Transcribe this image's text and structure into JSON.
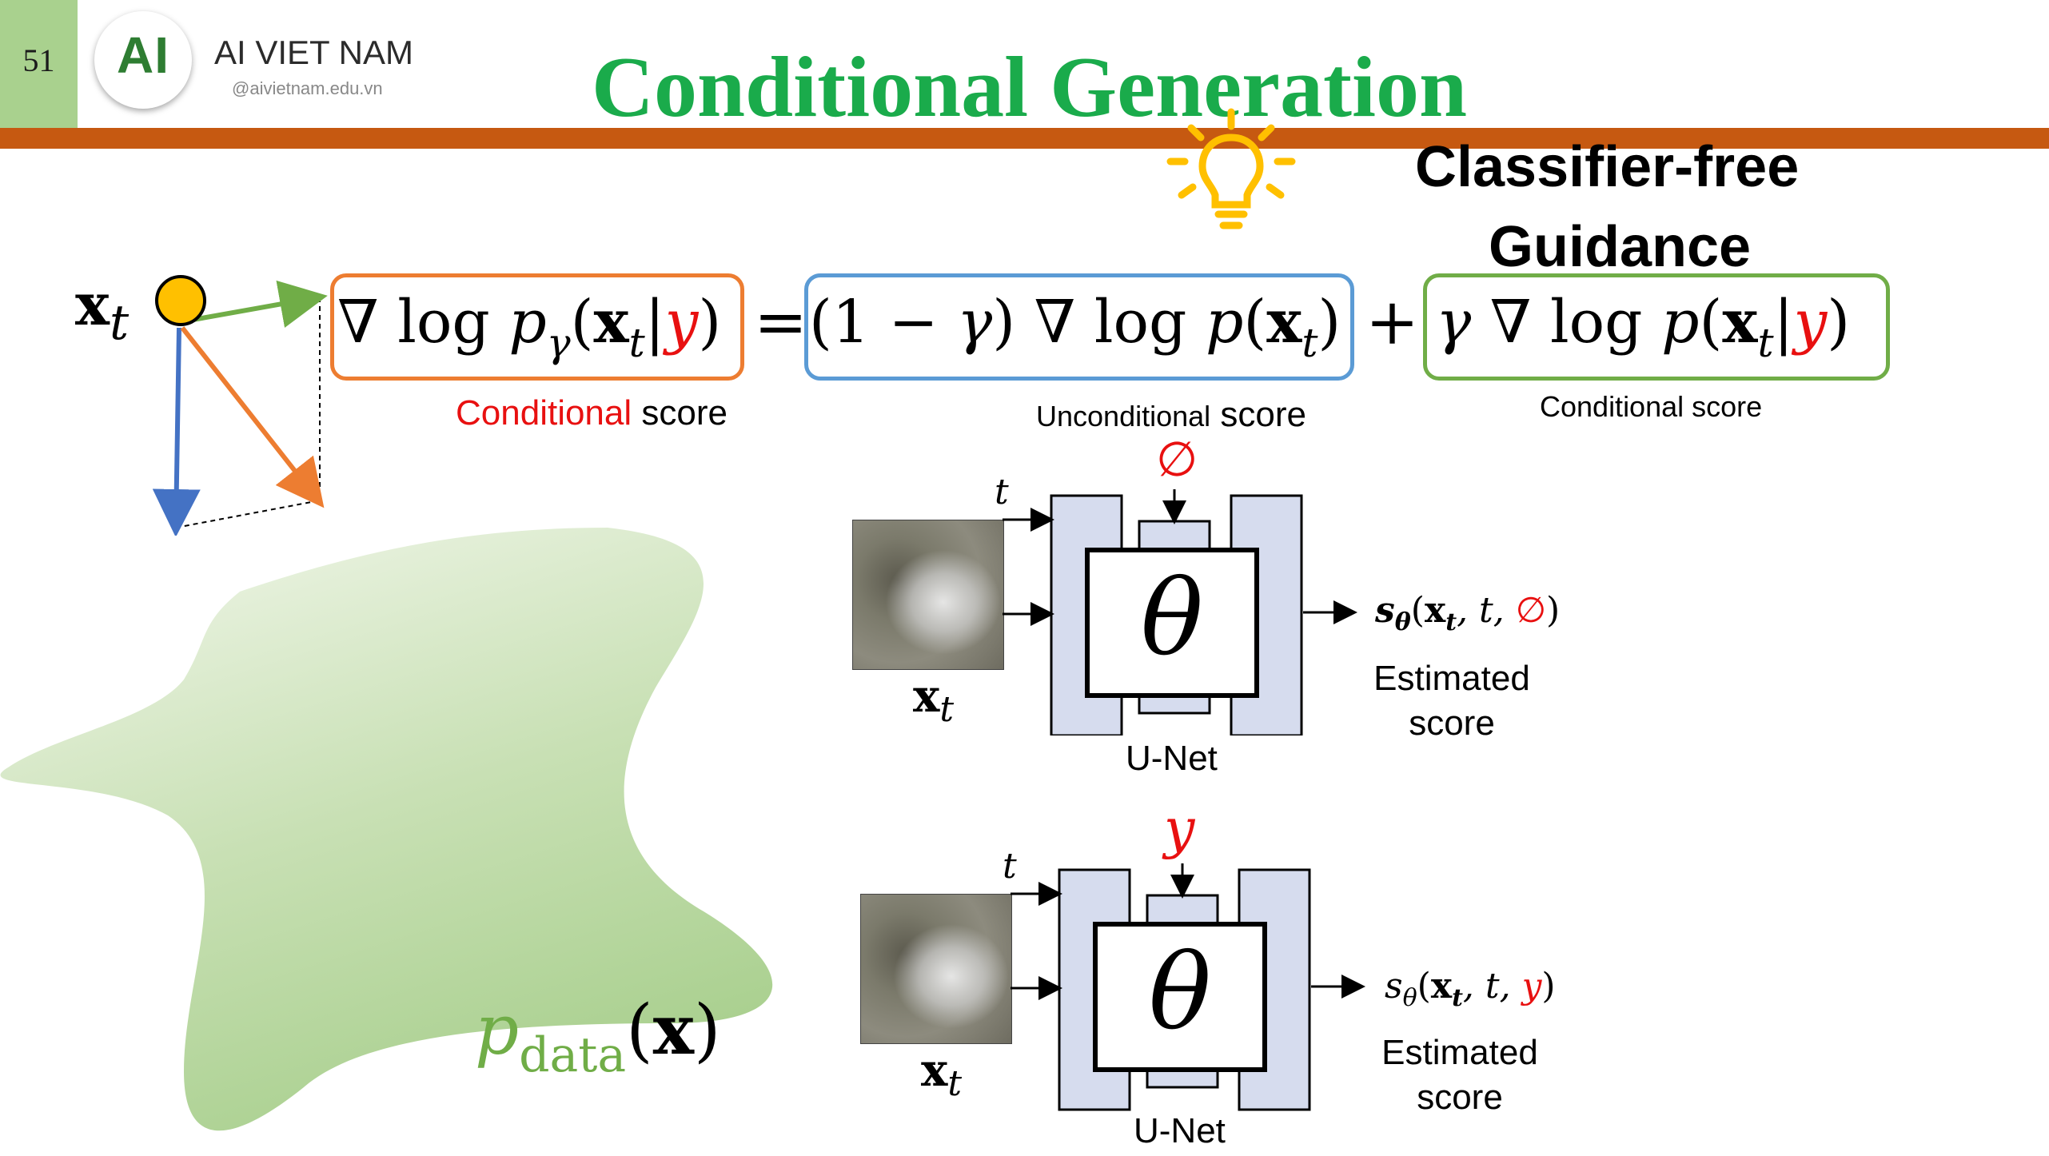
{
  "header": {
    "slide_number": "51",
    "logo_text": "AI",
    "org_name": "AI VIET NAM",
    "org_handle": "@aivietnam.edu.vn",
    "title": "Conditional Generation",
    "subtitle_line1": "Classifier-free",
    "subtitle_line2": "Guidance"
  },
  "equation": {
    "lhs": {
      "nabla": "∇ log ",
      "p": "p",
      "sub_gamma": "γ",
      "open": "(",
      "x": "x",
      "t": "t",
      "bar": "|",
      "y": "y",
      "close": ")"
    },
    "equals": "=",
    "term1": {
      "prefix": "(1 − ",
      "gamma": "γ",
      "mid": ") ∇ log ",
      "p": "p",
      "open": "(",
      "x": "x",
      "t": "t",
      "close": ")"
    },
    "plus": "+",
    "term2": {
      "gamma": "γ",
      "mid": " ∇ log ",
      "p": "p",
      "open": "(",
      "x": "x",
      "t": "t",
      "bar": "|",
      "y": "y",
      "close": ")"
    }
  },
  "labels": {
    "lhs_caption_red": "Conditional",
    "lhs_caption_rest": " score",
    "term1_caption_small": "Unconditional",
    "term1_caption_rest": " score",
    "term2_caption": "Conditional score"
  },
  "vector_diagram": {
    "point_label_x": "x",
    "point_label_t": "t"
  },
  "distribution": {
    "p": "p",
    "sub": "data",
    "open": "(",
    "x": "x",
    "close": ")"
  },
  "unet_top": {
    "input_t": "t",
    "condition": "∅",
    "theta": "θ",
    "image_label_x": "x",
    "image_label_t": "t",
    "net_label": "U-Net",
    "output_s": "s",
    "output_sub": "θ",
    "output_open": "(",
    "output_x": "x",
    "output_xt": "t",
    "output_mid": ", t, ",
    "output_cond": "∅",
    "output_close": ")",
    "output_caption_1": "Estimated",
    "output_caption_2": "score"
  },
  "unet_bottom": {
    "input_t": "t",
    "condition": "y",
    "theta": "θ",
    "image_label_x": "x",
    "image_label_t": "t",
    "net_label": "U-Net",
    "output_s": "s",
    "output_sub": "θ",
    "output_open": "(",
    "output_x": "x",
    "output_xt": "t",
    "output_mid": ", t, ",
    "output_cond": "y",
    "output_close": ")",
    "output_caption_1": "Estimated",
    "output_caption_2": "score"
  },
  "colors": {
    "title_green": "#1aab4b",
    "header_bar": "#c65911",
    "number_bg": "#a9d18e",
    "orange": "#ed7d31",
    "blue": "#4472c4",
    "box_blue": "#5b9bd5",
    "green": "#70ad47",
    "yellow": "#ffc000",
    "unet_fill": "#d6dcee",
    "red": "#e81010"
  },
  "icons": {
    "idea": "lightbulb-icon"
  }
}
